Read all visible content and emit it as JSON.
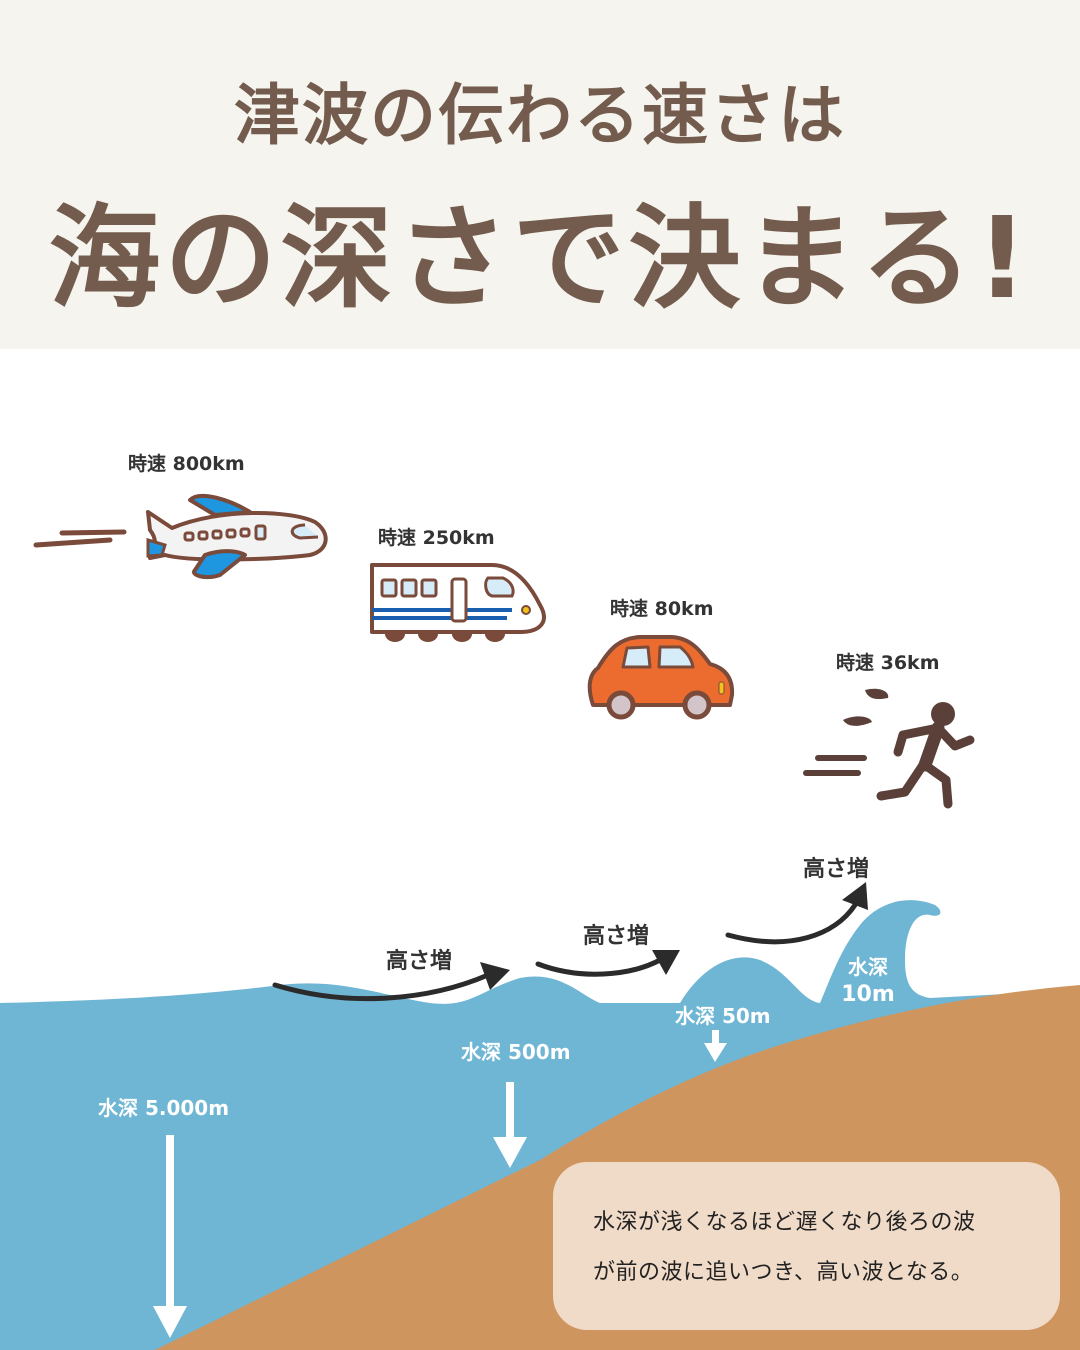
{
  "header": {
    "title_line1": "津波の伝わる速さは",
    "title_line2": "海の深さで決まる!"
  },
  "colors": {
    "header_bg": "#f6f4ef",
    "title_text": "#735c4d",
    "sea": "#6fb6d4",
    "seabed": "#cf955f",
    "note_bg": "#f0dac8",
    "outline_brown": "#7a4a3a",
    "plane_blue": "#1e96e0",
    "car_orange": "#ec6c30",
    "runner_brown": "#5a4038"
  },
  "vehicles": [
    {
      "name": "airplane",
      "icon": "airplane-icon",
      "speed_label": "時速 800km"
    },
    {
      "name": "bullet-train",
      "icon": "train-icon",
      "speed_label": "時速 250km"
    },
    {
      "name": "car",
      "icon": "car-icon",
      "speed_label": "時速 80km"
    },
    {
      "name": "runner",
      "icon": "runner-icon",
      "speed_label": "時速 36km"
    }
  ],
  "height_increase_labels": [
    "高さ増",
    "高さ増",
    "高さ増"
  ],
  "depths": [
    {
      "label": "水深 5.000m"
    },
    {
      "label": "水深 500m"
    },
    {
      "label": "水深 50m"
    },
    {
      "label_line1": "水深",
      "label_line2": "10m"
    }
  ],
  "note": {
    "line1": "水深が浅くなるほど遅くなり後ろの波",
    "line2": "が前の波に追いつき、高い波となる。"
  }
}
